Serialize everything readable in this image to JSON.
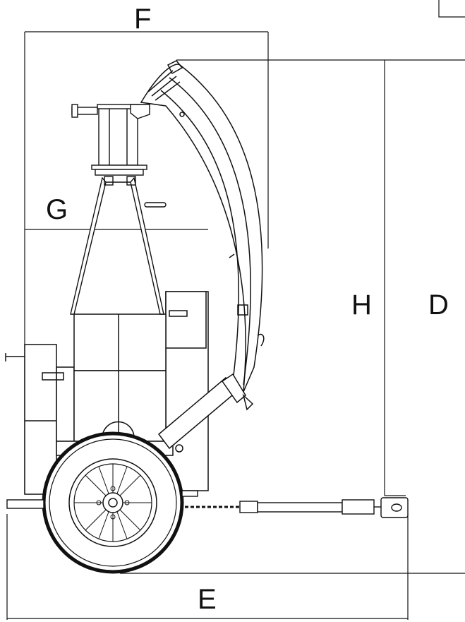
{
  "dimension_labels": {
    "f": "F",
    "g": "G",
    "h": "H",
    "d": "D",
    "e": "E"
  },
  "colors": {
    "line": "#111111",
    "fill": "#ffffff"
  }
}
